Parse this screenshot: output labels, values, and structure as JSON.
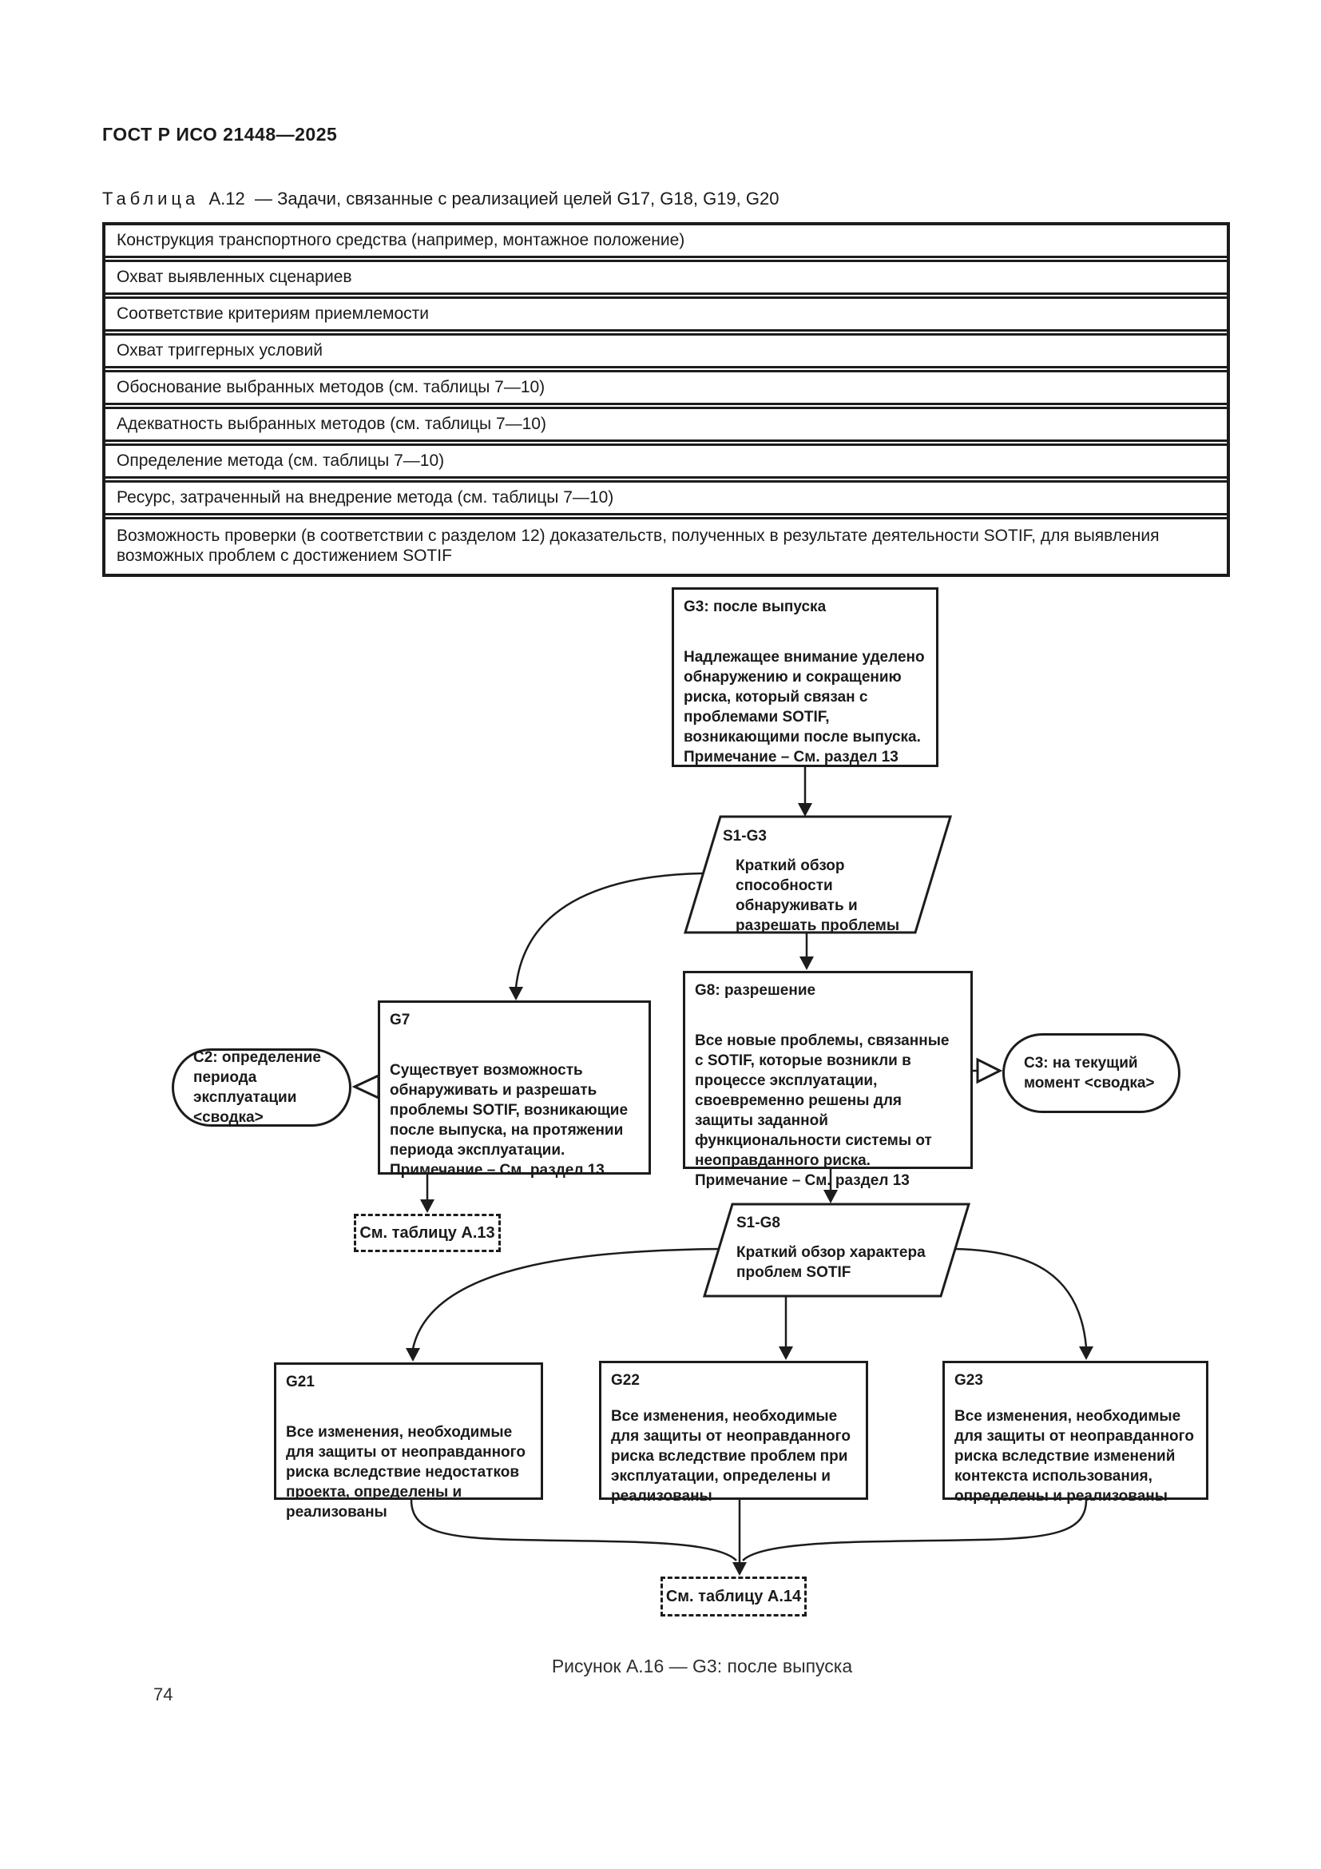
{
  "page": {
    "header": "ГОСТ Р ИСО 21448—2025",
    "page_number": "74"
  },
  "table": {
    "caption_label": "Таблица",
    "caption_number": "А.12",
    "caption_text": "— Задачи, связанные с реализацией целей G17, G18, G19, G20",
    "rows": [
      "Конструкция транспортного средства (например, монтажное положение)",
      "Охват выявленных сценариев",
      "Соответствие критериям приемлемости",
      "Охват триггерных условий",
      "Обоснование выбранных методов (см. таблицы 7—10)",
      "Адекватность выбранных методов (см. таблицы 7—10)",
      "Определение метода (см. таблицы 7—10)",
      "Ресурс, затраченный на внедрение метода (см. таблицы 7—10)",
      "Возможность проверки (в соответствии с разделом 12) доказательств, полученных в результате деятельности SOTIF, для выявления возможных проблем с достижением SOTIF"
    ]
  },
  "figure": {
    "caption": "Рисунок А.16 — G3: после выпуска",
    "nodes": {
      "g3": {
        "title": "G3: после выпуска",
        "body": "Надлежащее внимание уделено обнаружению и сокращению риска, который связан с проблемами SOTIF, возникающими после выпуска.",
        "note": "Примечание – См. раздел 13"
      },
      "s1g3": {
        "title": "S1-G3",
        "body": "Краткий обзор способности обнаруживать и разрешать проблемы"
      },
      "g7": {
        "title": "G7",
        "body": "Существует возможность обнаруживать и разрешать проблемы SOTIF, возникающие после выпуска, на протяжении периода эксплуатации.",
        "note": "Примечание – См. раздел 13"
      },
      "g8": {
        "title": "G8: разрешение",
        "body": "Все новые проблемы, связанные с SOTIF, которые возникли в процессе эксплуатации, своевременно решены для защиты заданной функциональности системы от неоправданного риска.",
        "note": "Примечание – См. раздел 13"
      },
      "c2": {
        "text": "C2: определение периода эксплуатации <сводка>"
      },
      "c3": {
        "text": "C3: на текущий момент <сводка>"
      },
      "ref_a13": {
        "text": "См. таблицу А.13"
      },
      "s1g8": {
        "title": "S1-G8",
        "body": "Краткий обзор характера проблем SOTIF"
      },
      "g21": {
        "title": "G21",
        "body": "Все изменения, необходимые для защиты от неоправданного риска вследствие недостатков проекта, определены и реализованы"
      },
      "g22": {
        "title": "G22",
        "body": "Все изменения, необходимые для защиты от неоправданного риска вследствие проблем при эксплуатации, определены и реализованы"
      },
      "g23": {
        "title": "G23",
        "body": "Все изменения, необходимые для защиты от неоправданного риска вследствие изменений контекста использования, определены и реализованы"
      },
      "ref_a14": {
        "text": "См. таблицу А.14"
      }
    }
  }
}
